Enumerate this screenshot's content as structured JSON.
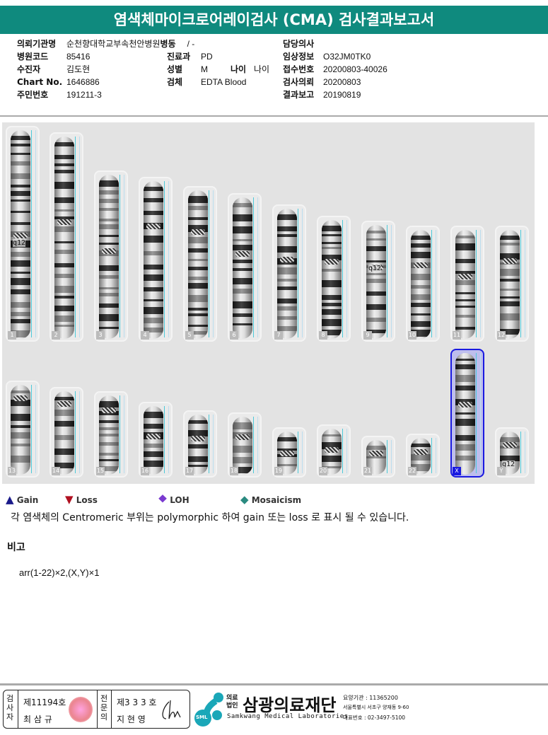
{
  "title": "염색체마이크로어레이검사 (CMA) 검사결과보고서",
  "info": {
    "institution": {
      "k": "의뢰기관명",
      "v": "순천향대학교부속천안병원"
    },
    "ward": {
      "k": "병동",
      "v": "/ -"
    },
    "doctor": {
      "k": "담당의사",
      "v": ""
    },
    "hospital_code": {
      "k": "병원코드",
      "v": "85416"
    },
    "dept": {
      "k": "진료과",
      "v": "PD"
    },
    "clinical": {
      "k": "임상정보",
      "v": "O32JM0TK0"
    },
    "patient": {
      "k": "수진자",
      "v": "김도현"
    },
    "sex": {
      "k": "성별",
      "v": "M"
    },
    "age": {
      "k": "나이",
      "v": "나이"
    },
    "receipt": {
      "k": "접수번호",
      "v": "20200803-40026"
    },
    "chart": {
      "k": "Chart No.",
      "v": "1646886"
    },
    "specimen": {
      "k": "검체",
      "v": "EDTA Blood"
    },
    "request": {
      "k": "검사의뢰",
      "v": "20200803"
    },
    "id": {
      "k": "주민번호",
      "v": "191211-3"
    },
    "report": {
      "k": "결과보고",
      "v": "20190819"
    }
  },
  "chromosomes": [
    "1",
    "2",
    "3",
    "4",
    "5",
    "6",
    "7",
    "8",
    "9",
    "10",
    "11",
    "12",
    "13",
    "14",
    "15",
    "16",
    "17",
    "18",
    "19",
    "20",
    "21",
    "22",
    "X",
    "Y"
  ],
  "band_label": "q12",
  "legend": [
    {
      "label": "Gain",
      "color": "#1a1a8a"
    },
    {
      "label": "Loss",
      "color": "#b01020"
    },
    {
      "label": "LOH",
      "color": "#7a3ad0"
    },
    {
      "label": "Mosaicism",
      "color": "#2a8a80"
    }
  ],
  "note": "각 염색체의 Centromeric 부위는 polymorphic 하여 gain 또는 loss 로 표시 될 수 있습니다.",
  "remarks_heading": "비고",
  "remarks": "arr(1-22)×2,(X,Y)×1",
  "footer": {
    "examiner_label": "검사자",
    "examiner_no": "제11194호",
    "examiner_name": "최 삼 규",
    "specialist_label": "전문의",
    "specialist_no": "제3 3 3 호",
    "specialist_name": "지 현 영",
    "org_prefix": "의료법인",
    "org_name": "삼광의료재단",
    "org_en": "Samkwang Medical Laboratories",
    "org_short": "SML",
    "code": "요양기관 : 11365200",
    "address": "서울특별시 서초구 양재동 9-60",
    "phone": "대표번호 : 02-3497-5100"
  }
}
